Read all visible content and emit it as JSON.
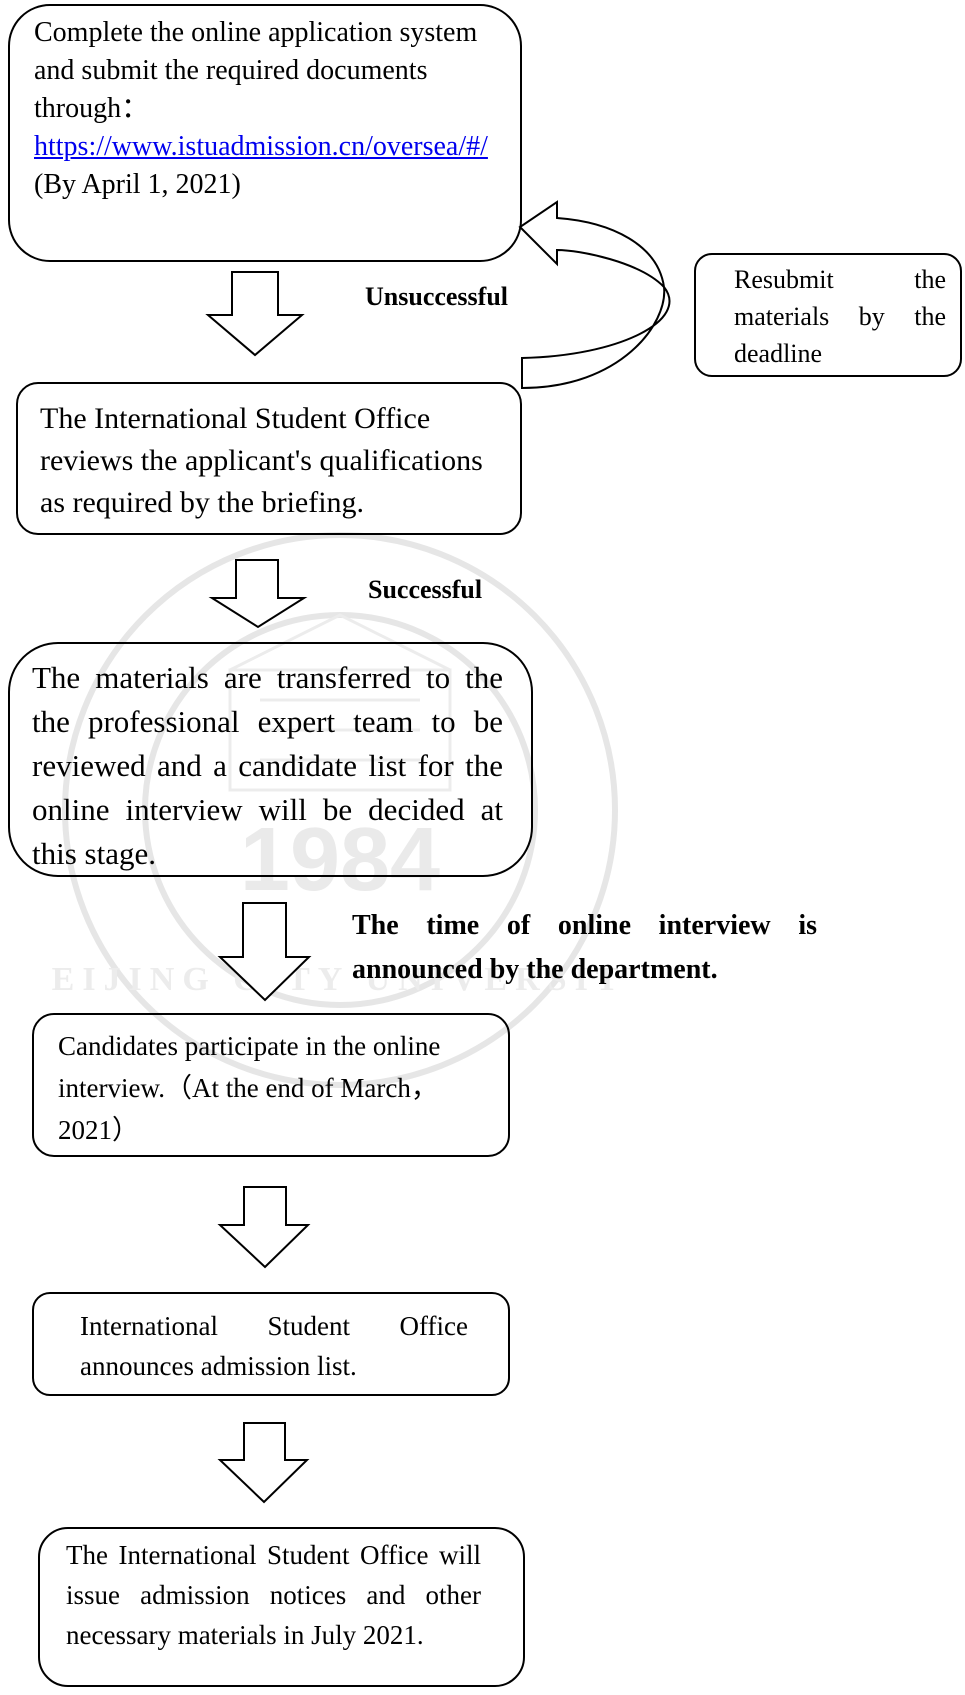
{
  "steps": {
    "apply": {
      "text": "Complete the online application system and submit the required documents through：",
      "link": "https://www.istuadmission.cn/oversea/#/",
      "deadline": " (By April 1, 2021)"
    },
    "review": "The International Student Office reviews the applicant's qualifications as required by the briefing.",
    "expert": "The materials are transferred to the the professional expert team to be reviewed and a candidate list for the online interview will be decided at this stage.",
    "interview": "Candidates participate in the online interview.（At the end of March，2021）",
    "announce": "International Student Office announces admission list.",
    "notice": "The International Student Office will issue admission notices and other necessary materials in July 2021."
  },
  "resubmit": "Resubmit the materials by the deadline",
  "labels": {
    "unsuccessful": "Unsuccessful",
    "successful": "Successful",
    "interview_time": "The time of online interview is announced by the department."
  },
  "watermark": {
    "year": "1984",
    "text": "BEIJING CITY UNIVERSITY"
  }
}
